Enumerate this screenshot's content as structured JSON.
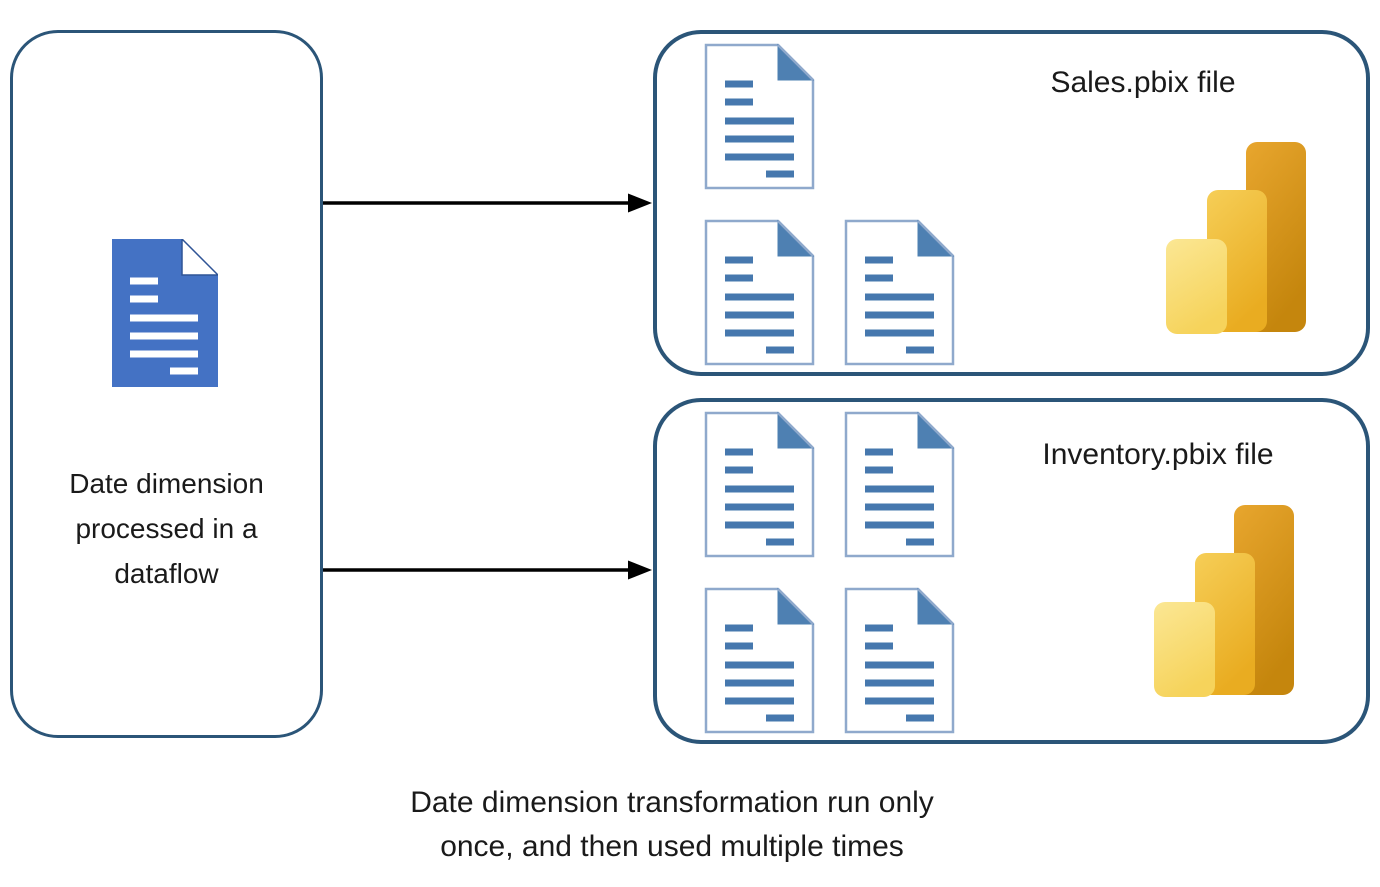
{
  "source_box": {
    "label_text": "Date dimension processed in a dataflow",
    "label_lines": [
      "Date dimension",
      "processed in a",
      "dataflow"
    ],
    "icon": "blue-document-icon"
  },
  "sales_box": {
    "title": "Sales.pbix file",
    "document_count": 3,
    "logo": "power-bi-logo"
  },
  "inventory_box": {
    "title": "Inventory.pbix file",
    "document_count": 4,
    "logo": "power-bi-logo"
  },
  "caption": {
    "text": "Date dimension transformation run only once, and then used multiple times",
    "lines": [
      "Date dimension transformation run only",
      "once, and then used multiple times"
    ]
  },
  "arrows": {
    "count": 2,
    "direction": "left-to-right",
    "color": "#000000"
  },
  "colors": {
    "box_border": "#2B5578",
    "blue_document_fill": "#4472C4",
    "white_document_outline": "#8FA9CC",
    "document_line_blue": "#4678AE",
    "document_fold_blue": "#4E80B2",
    "powerbi_bar_light_top": "#FBE794",
    "powerbi_bar_light_bottom": "#F6D35B",
    "powerbi_bar_mid_top": "#F6CE57",
    "powerbi_bar_mid_bottom": "#E9AC21",
    "powerbi_bar_dark_top": "#E8A62E",
    "powerbi_bar_dark_bottom": "#C5860D",
    "text": "#1a1a1a",
    "background": "#ffffff"
  }
}
